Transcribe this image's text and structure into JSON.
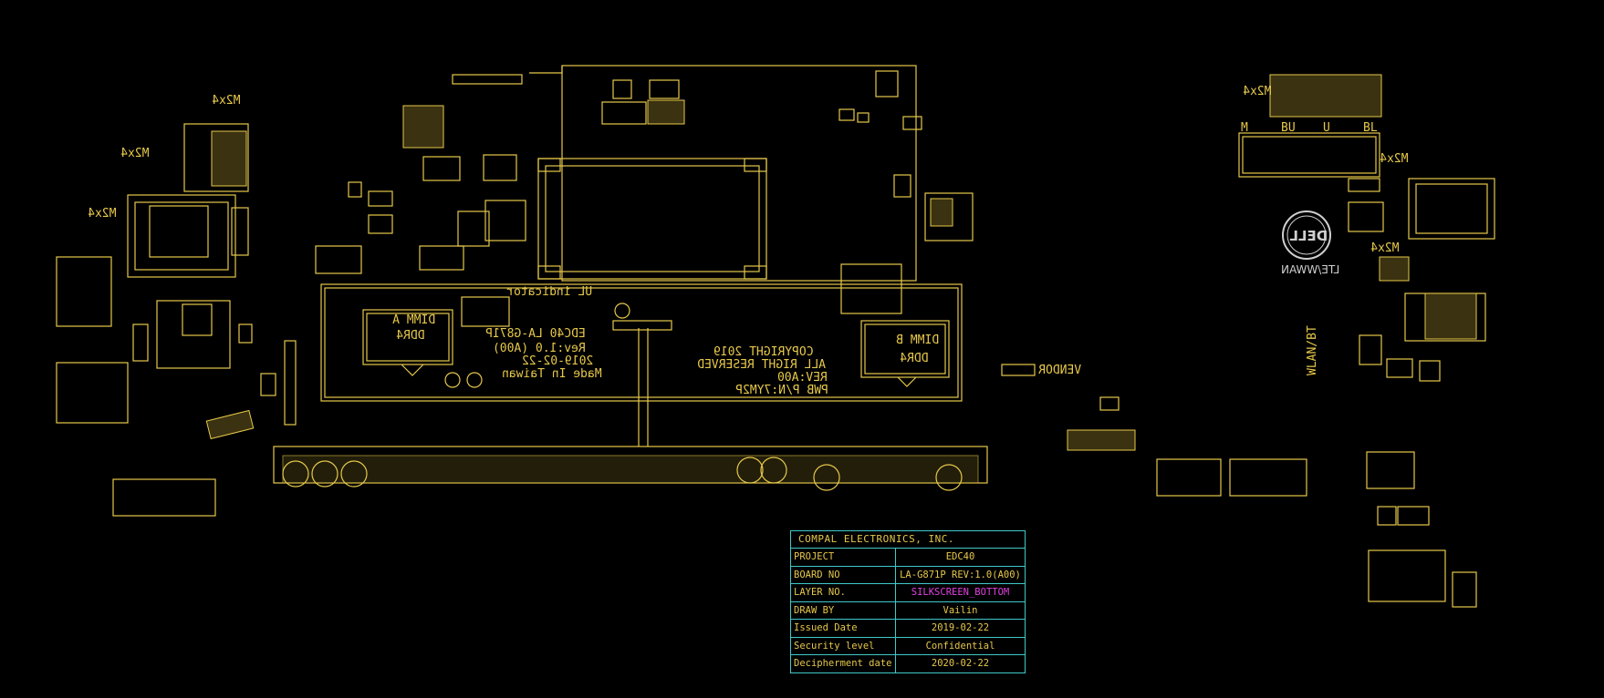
{
  "board": {
    "left_silk": {
      "project_line": "EDC40 LA-G871P",
      "rev_line": "Rev:1.0 (A00)",
      "date_line": "2019-02-22",
      "origin_line": "Made In Taiwan"
    },
    "right_silk": {
      "copyright_line": "COPYRIGHT 2019",
      "rights_line": "ALL RIGHT RESERVED",
      "rev_line": "REV:A00",
      "pwb_line": "PWB P/N:7YM2P"
    },
    "dimm_a": {
      "label": "DIMM A",
      "type": "DDR4"
    },
    "dimm_b": {
      "label": "DIMM B",
      "type": "DDR4"
    },
    "ul_indicator": "UL indicator",
    "vendor_label": "VENDOR",
    "lte_label": "LTE/WWAN",
    "wlan_label": "WLAN/BT",
    "dell_logo": "DELL",
    "m2x4_labels": [
      "M2x4",
      "M2x4",
      "M2x4",
      "M2x4",
      "M2x4",
      "M2x4"
    ],
    "antenna_labels": [
      "M",
      "BU",
      "U",
      "BL"
    ]
  },
  "title_block": {
    "company": "COMPAL ELECTRONICS, INC.",
    "rows": [
      {
        "key": "PROJECT",
        "value": "EDC40"
      },
      {
        "key": "BOARD NO",
        "value": "LA-G871P REV:1.0(A00)"
      },
      {
        "key": "LAYER NO.",
        "value": "SILKSCREEN_BOTTOM"
      },
      {
        "key": "DRAW BY",
        "value": "Vailin"
      },
      {
        "key": "Issued Date",
        "value": "2019-02-22"
      },
      {
        "key": "Security level",
        "value": "Confidential"
      },
      {
        "key": "Decipherment date",
        "value": "2020-02-22"
      }
    ]
  },
  "colors": {
    "background": "#000000",
    "silkscreen": "#e6c84a",
    "title_border": "#3fc9c9",
    "layer_text": "#e040e0"
  }
}
